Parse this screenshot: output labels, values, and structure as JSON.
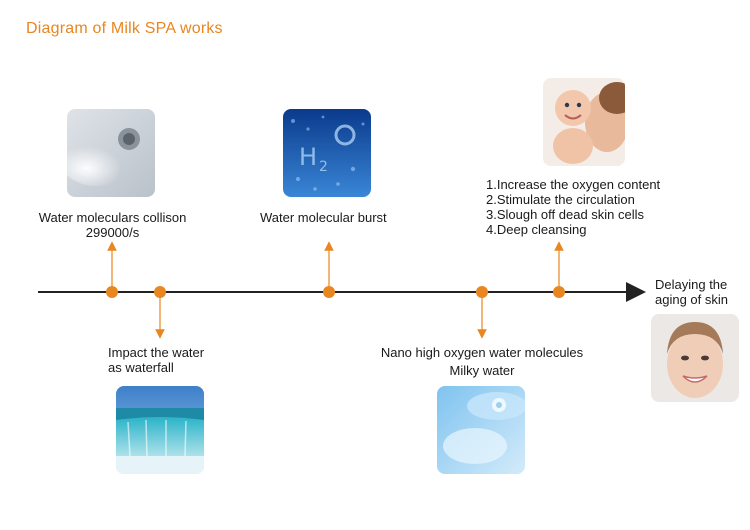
{
  "title": "Diagram of Milk SPA works",
  "labels": {
    "collision_line1": "Water moleculars collison",
    "collision_line2": "299000/s",
    "burst": "Water molecular burst",
    "impact_line1": "Impact the water",
    "impact_line2": "as waterfall",
    "nano": "Nano high oxygen water molecules",
    "milky": "Milky water",
    "delay_line1": "Delaying the",
    "delay_line2": "aging of skin"
  },
  "benefits": [
    "1.Increase the oxygen content",
    "2.Stimulate the circulation",
    "3.Slough off dead skin cells",
    "4.Deep cleansing"
  ],
  "colors": {
    "accent": "#e8861f",
    "line": "#222222"
  }
}
